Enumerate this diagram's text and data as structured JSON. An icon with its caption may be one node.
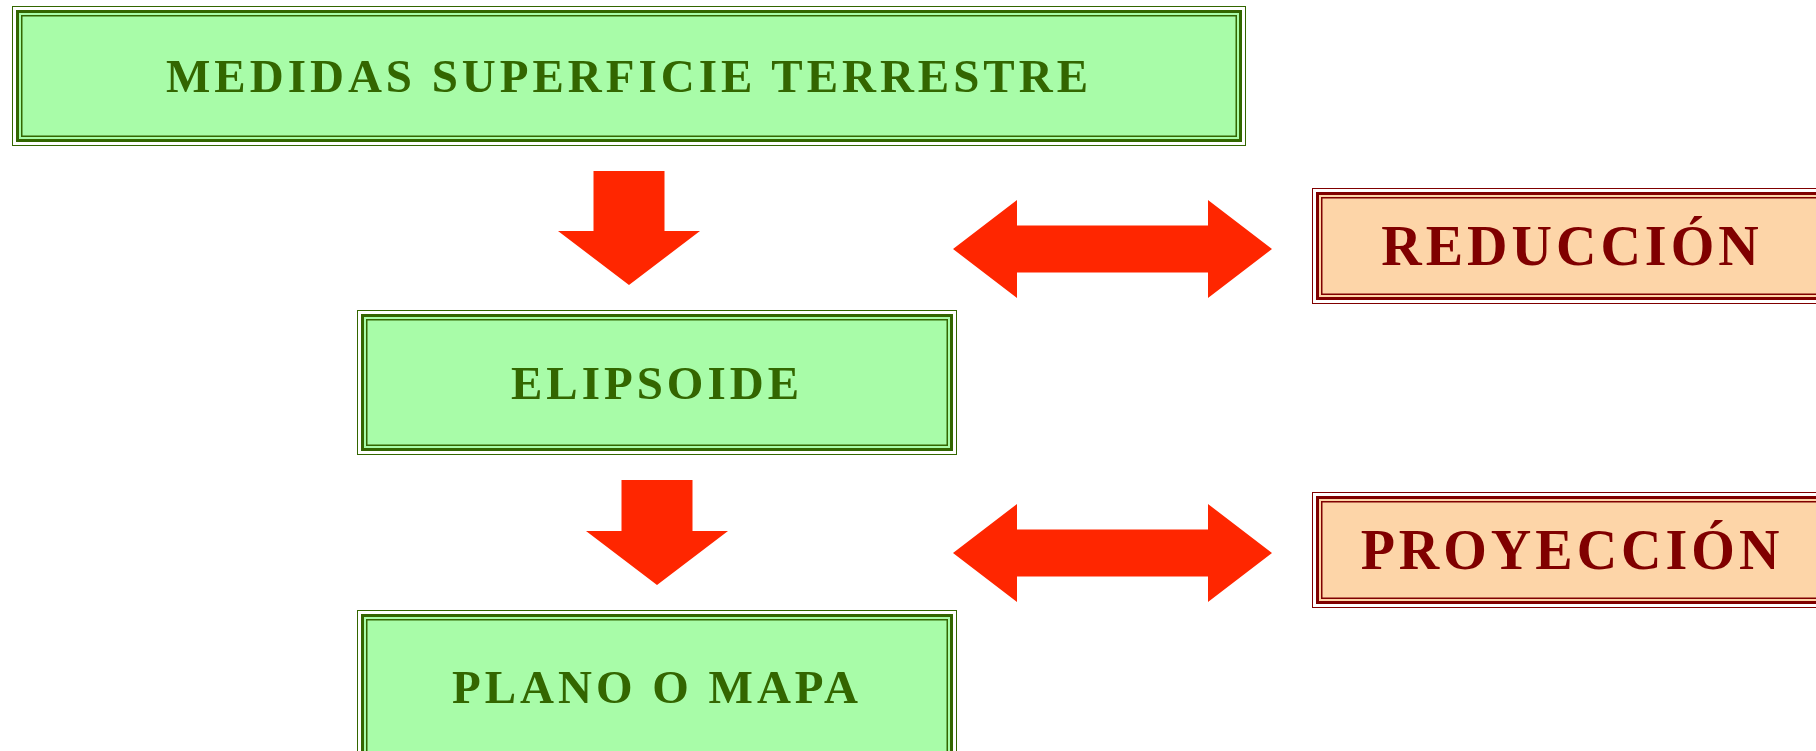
{
  "diagram": {
    "nodes": [
      {
        "text": [
          "MEDIDAS SUPERFICIE TERRESTRE"
        ]
      },
      {
        "text": [
          "ELIPSOIDE"
        ]
      },
      {
        "text": [
          "PLANO O MAPA"
        ]
      },
      {
        "text": [
          "REDUCCIÓN"
        ]
      },
      {
        "text": [
          "PROYECCIÓN"
        ]
      }
    ],
    "edges": [
      {
        "from": 0,
        "to": 1,
        "arrow": "to"
      },
      {
        "from": 1,
        "to": 2,
        "arrow": "to"
      },
      {
        "from": null,
        "to": 3,
        "arrow": "both"
      },
      {
        "from": null,
        "to": 4,
        "arrow": "both"
      }
    ]
  }
}
